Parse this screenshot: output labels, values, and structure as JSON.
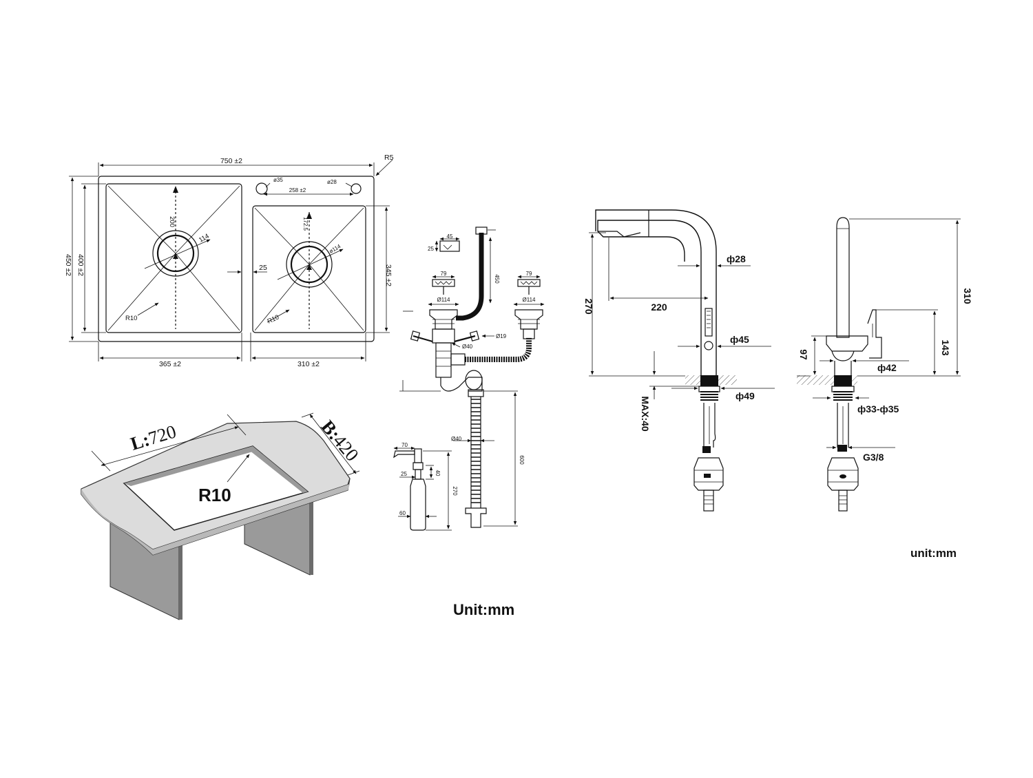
{
  "sink_plan": {
    "overall_width": "750 ±2",
    "corner_radius": "R5",
    "overall_depth": "450 ±2",
    "inner_depth_left": "400 ±2",
    "inner_depth_right": "345 ±2",
    "tap_hole_left": "ø35",
    "tap_hole_right": "ø28",
    "tap_hole_spacing": "258 ±2",
    "left_drain_offset": "200",
    "left_drain_dia": "114",
    "right_drain_offset": "172.5",
    "right_drain_dia": "ø114",
    "divider_width": "25",
    "left_radius": "R10",
    "right_radius": "R10",
    "left_bowl_width": "365 ±2",
    "right_bowl_width": "310 ±2"
  },
  "cutout": {
    "length_label": "L:",
    "length_value": "720",
    "breadth_label": "B:",
    "breadth_value": "420",
    "radius": "R10"
  },
  "drain_kit": {
    "overflow_w": "45",
    "overflow_h": "25",
    "hose_length": "450",
    "strainer_left_top": "79",
    "strainer_left_dia": "Ø114",
    "strainer_right_top": "79",
    "strainer_right_dia": "Ø114",
    "inlet_40": "Ø40",
    "inlet_19": "Ø19",
    "pipe_40": "Ø40",
    "pipe_length": "600"
  },
  "dispenser": {
    "spout": "70",
    "neck": "25",
    "head": "40",
    "height": "270",
    "bottle": "60"
  },
  "faucet_side": {
    "height": "270",
    "reach": "220",
    "spout_dia": "ф28",
    "body_dia": "ф45",
    "base_dia": "ф49",
    "max_thickness": "MAX:40"
  },
  "faucet_front": {
    "height": "310",
    "handle_height": "143",
    "lever_height": "97",
    "base_dia": "ф42",
    "hole_range": "ф33-ф35",
    "thread": "G3/8"
  },
  "units": {
    "main": "Unit:mm",
    "faucet": "unit:mm"
  }
}
